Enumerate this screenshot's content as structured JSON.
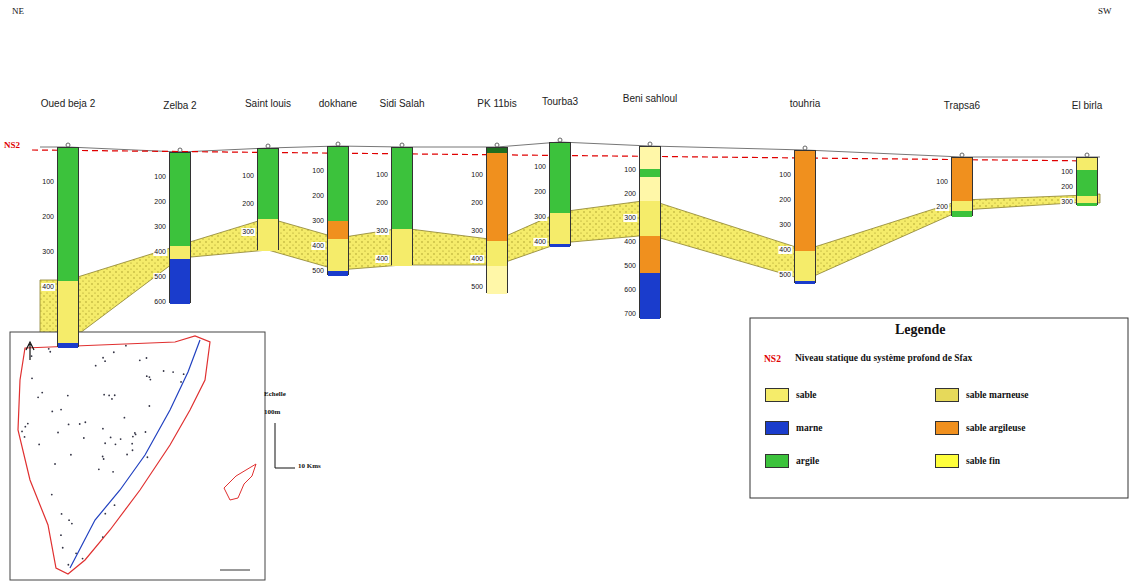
{
  "diagram": {
    "nodes": [
      {
        "text": [
          "Oued beja 2"
        ]
      },
      {
        "text": [
          "Zelba 2"
        ]
      },
      {
        "text": [
          "Saint louis"
        ]
      },
      {
        "text": [
          "dokhane"
        ]
      },
      {
        "text": [
          "Sidi Salah"
        ]
      },
      {
        "text": [
          "PK 11bis"
        ]
      },
      {
        "text": [
          "Tourba3"
        ]
      },
      {
        "text": [
          "Beni sahloul"
        ]
      },
      {
        "text": [
          "touhria"
        ]
      },
      {
        "text": [
          "Trapsa6"
        ]
      },
      {
        "text": [
          "El birla"
        ]
      }
    ],
    "labels": [
      "NE",
      "SW",
      "NS2",
      "100",
      "200",
      "300",
      "400",
      "100",
      "200",
      "300",
      "400",
      "500",
      "600",
      "100",
      "200",
      "300",
      "100",
      "200",
      "300",
      "400",
      "500",
      "100",
      "200",
      "300",
      "400",
      "100",
      "200",
      "300",
      "400",
      "500",
      "100",
      "200",
      "300",
      "400",
      "100",
      "200",
      "300",
      "400",
      "500",
      "600",
      "700",
      "100",
      "200",
      "300",
      "400",
      "500",
      "100",
      "200",
      "100",
      "200",
      "300",
      "Legende",
      "NS2",
      "Echelle",
      "100m",
      "10 Kms"
    ],
    "legend": [
      {
        "text": "Niveau statique du système profond de Sfax"
      },
      {
        "text": "sable",
        "color": "#f5ec6a"
      },
      {
        "text": "marne",
        "color": "#1a3ccc"
      },
      {
        "text": "argile",
        "color": "#3cc23c"
      },
      {
        "text": "sable marneuse",
        "color": "#e6d95a"
      },
      {
        "text": "sable argileuse",
        "color": "#f0901e"
      },
      {
        "text": "sable fin",
        "color": "#ffff3c"
      }
    ]
  }
}
